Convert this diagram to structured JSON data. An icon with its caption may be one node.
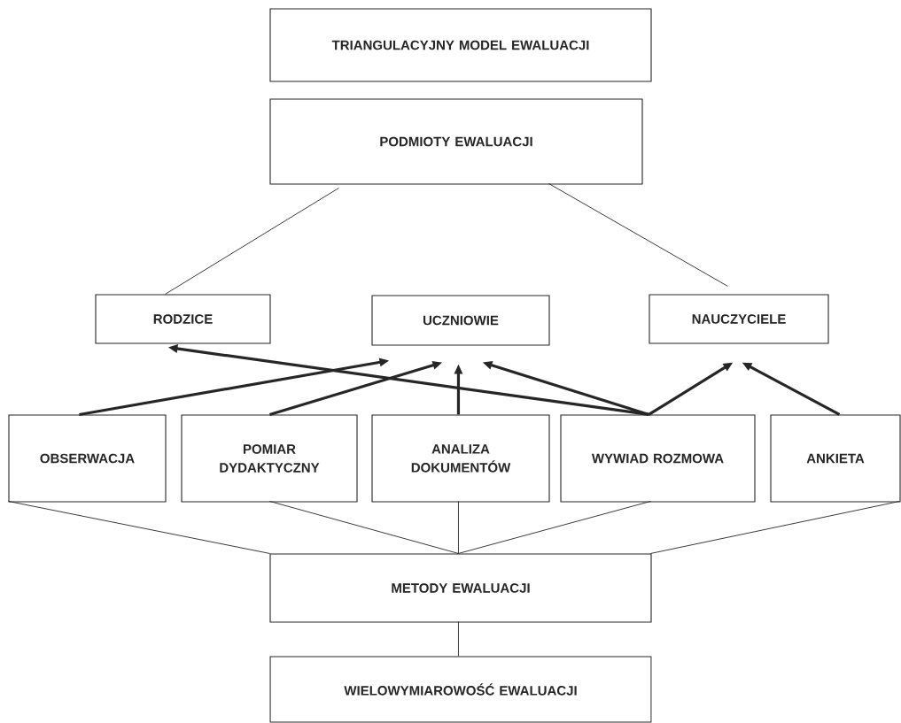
{
  "diagram": {
    "nodes": [
      {
        "text": [
          "TRIANGULACYJNY MODEL EWALUACJI"
        ]
      },
      {
        "text": [
          "PODMIOTY EWALUACJI"
        ]
      },
      {
        "text": [
          "RODZICE"
        ]
      },
      {
        "text": [
          "UCZNIOWIE"
        ]
      },
      {
        "text": [
          "NAUCZYCIELE"
        ]
      },
      {
        "text": [
          "OBSERWACJA"
        ]
      },
      {
        "text": [
          "POMIAR DYDAKTYCZNY"
        ]
      },
      {
        "text": [
          "ANALIZA DOKUMENTÓW"
        ]
      },
      {
        "text": [
          "WYWIAD ROZMOWA"
        ]
      },
      {
        "text": [
          "ANKIETA"
        ]
      },
      {
        "text": [
          "METODY EWALUACJI"
        ]
      },
      {
        "text": [
          "WIELOWYMIAROWOŚĆ EWALUACJI"
        ]
      }
    ],
    "edges": [
      {
        "from": 1,
        "to": 2,
        "arrow": "none"
      },
      {
        "from": 1,
        "to": 4,
        "arrow": "none"
      },
      {
        "from": 5,
        "to": 3,
        "arrow": "to",
        "style": "thick"
      },
      {
        "from": 6,
        "to": 3,
        "arrow": "to",
        "style": "thick"
      },
      {
        "from": 7,
        "to": 3,
        "arrow": "to",
        "style": "thick"
      },
      {
        "from": 8,
        "to": 3,
        "arrow": "to",
        "style": "thick"
      },
      {
        "from": 8,
        "to": 2,
        "arrow": "to",
        "style": "thick"
      },
      {
        "from": 8,
        "to": 4,
        "arrow": "to",
        "style": "thick"
      },
      {
        "from": 9,
        "to": 4,
        "arrow": "to",
        "style": "thick"
      },
      {
        "from": 5,
        "to": 10,
        "arrow": "none"
      },
      {
        "from": 6,
        "to": 10,
        "arrow": "none"
      },
      {
        "from": 7,
        "to": 10,
        "arrow": "none"
      },
      {
        "from": 8,
        "to": 10,
        "arrow": "none"
      },
      {
        "from": 9,
        "to": 10,
        "arrow": "none"
      },
      {
        "from": 10,
        "to": 11,
        "arrow": "none"
      }
    ]
  }
}
